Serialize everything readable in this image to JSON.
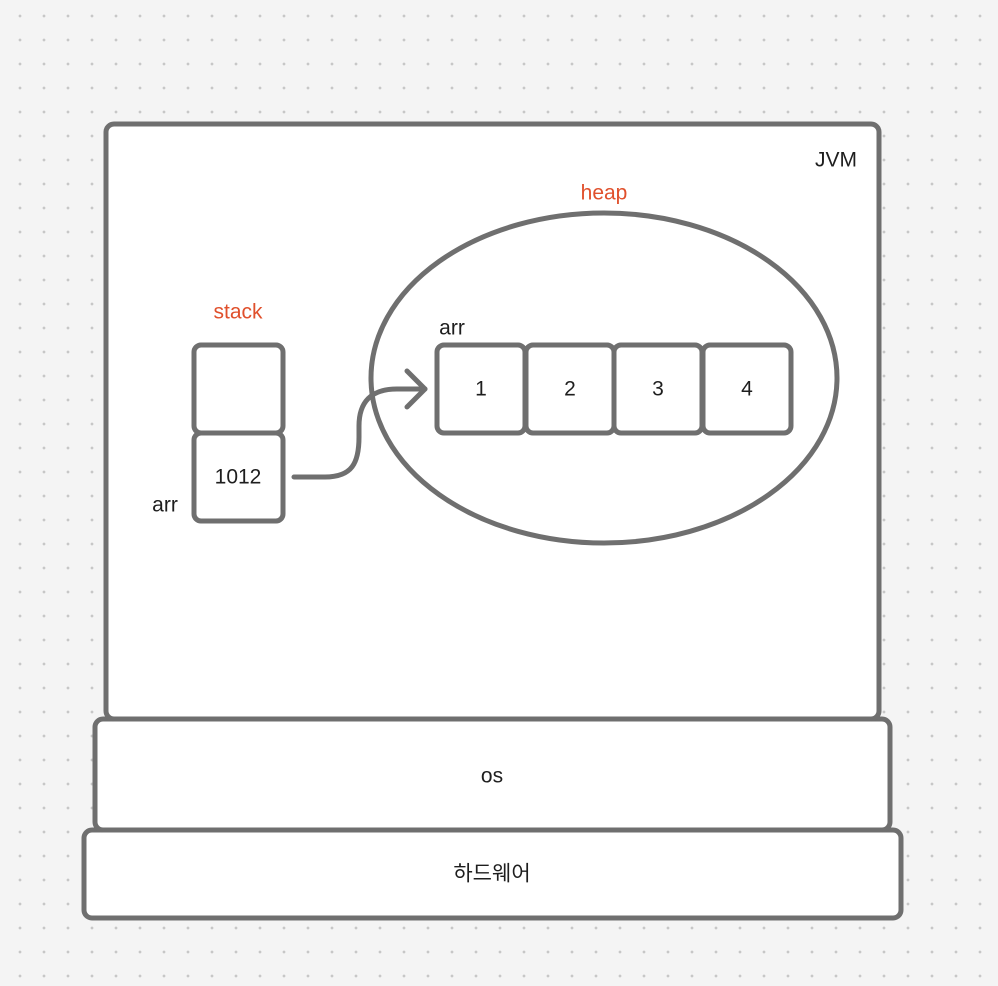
{
  "colors": {
    "stroke": "#6f6f6f",
    "box_fill": "#ffffff",
    "text": "#1e1e1e",
    "accent": "#e0502c",
    "background": "#f4f4f4"
  },
  "jvm": {
    "label": "JVM"
  },
  "os": {
    "label": "os"
  },
  "hardware": {
    "label": "하드웨어"
  },
  "stack": {
    "label": "stack",
    "cells": [
      "",
      "1012"
    ],
    "variable_label": "arr"
  },
  "heap": {
    "label": "heap",
    "array_label": "arr",
    "cells": [
      "1",
      "2",
      "3",
      "4"
    ]
  },
  "arrow": {
    "from": "stack-cell-1012",
    "to": "heap-array",
    "icon": "arrow-right-icon"
  }
}
